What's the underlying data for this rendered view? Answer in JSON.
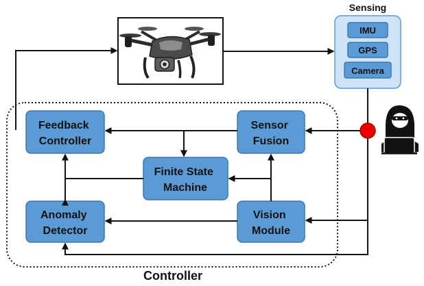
{
  "colors": {
    "block_fill": "#5b9bd5",
    "block_stroke": "#3f77ac",
    "sensing_fill": "#cfe3f6",
    "sensing_stroke": "#5b9bd5",
    "line": "#111111",
    "attack_point": "#ee0000",
    "controller_border": "#111111"
  },
  "icons": {
    "drone": "drone-image",
    "attacker": "hacker-icon"
  },
  "sensing": {
    "title": "Sensing",
    "items": [
      "IMU",
      "GPS",
      "Camera"
    ]
  },
  "controller": {
    "label": "Controller"
  },
  "blocks": {
    "feedback_controller": [
      "Feedback",
      "Controller"
    ],
    "sensor_fusion": [
      "Sensor",
      "Fusion"
    ],
    "finite_state_machine": [
      "Finite State",
      "Machine"
    ],
    "anomaly_detector": [
      "Anomaly",
      "Detector"
    ],
    "vision_module": [
      "Vision",
      "Module"
    ]
  }
}
